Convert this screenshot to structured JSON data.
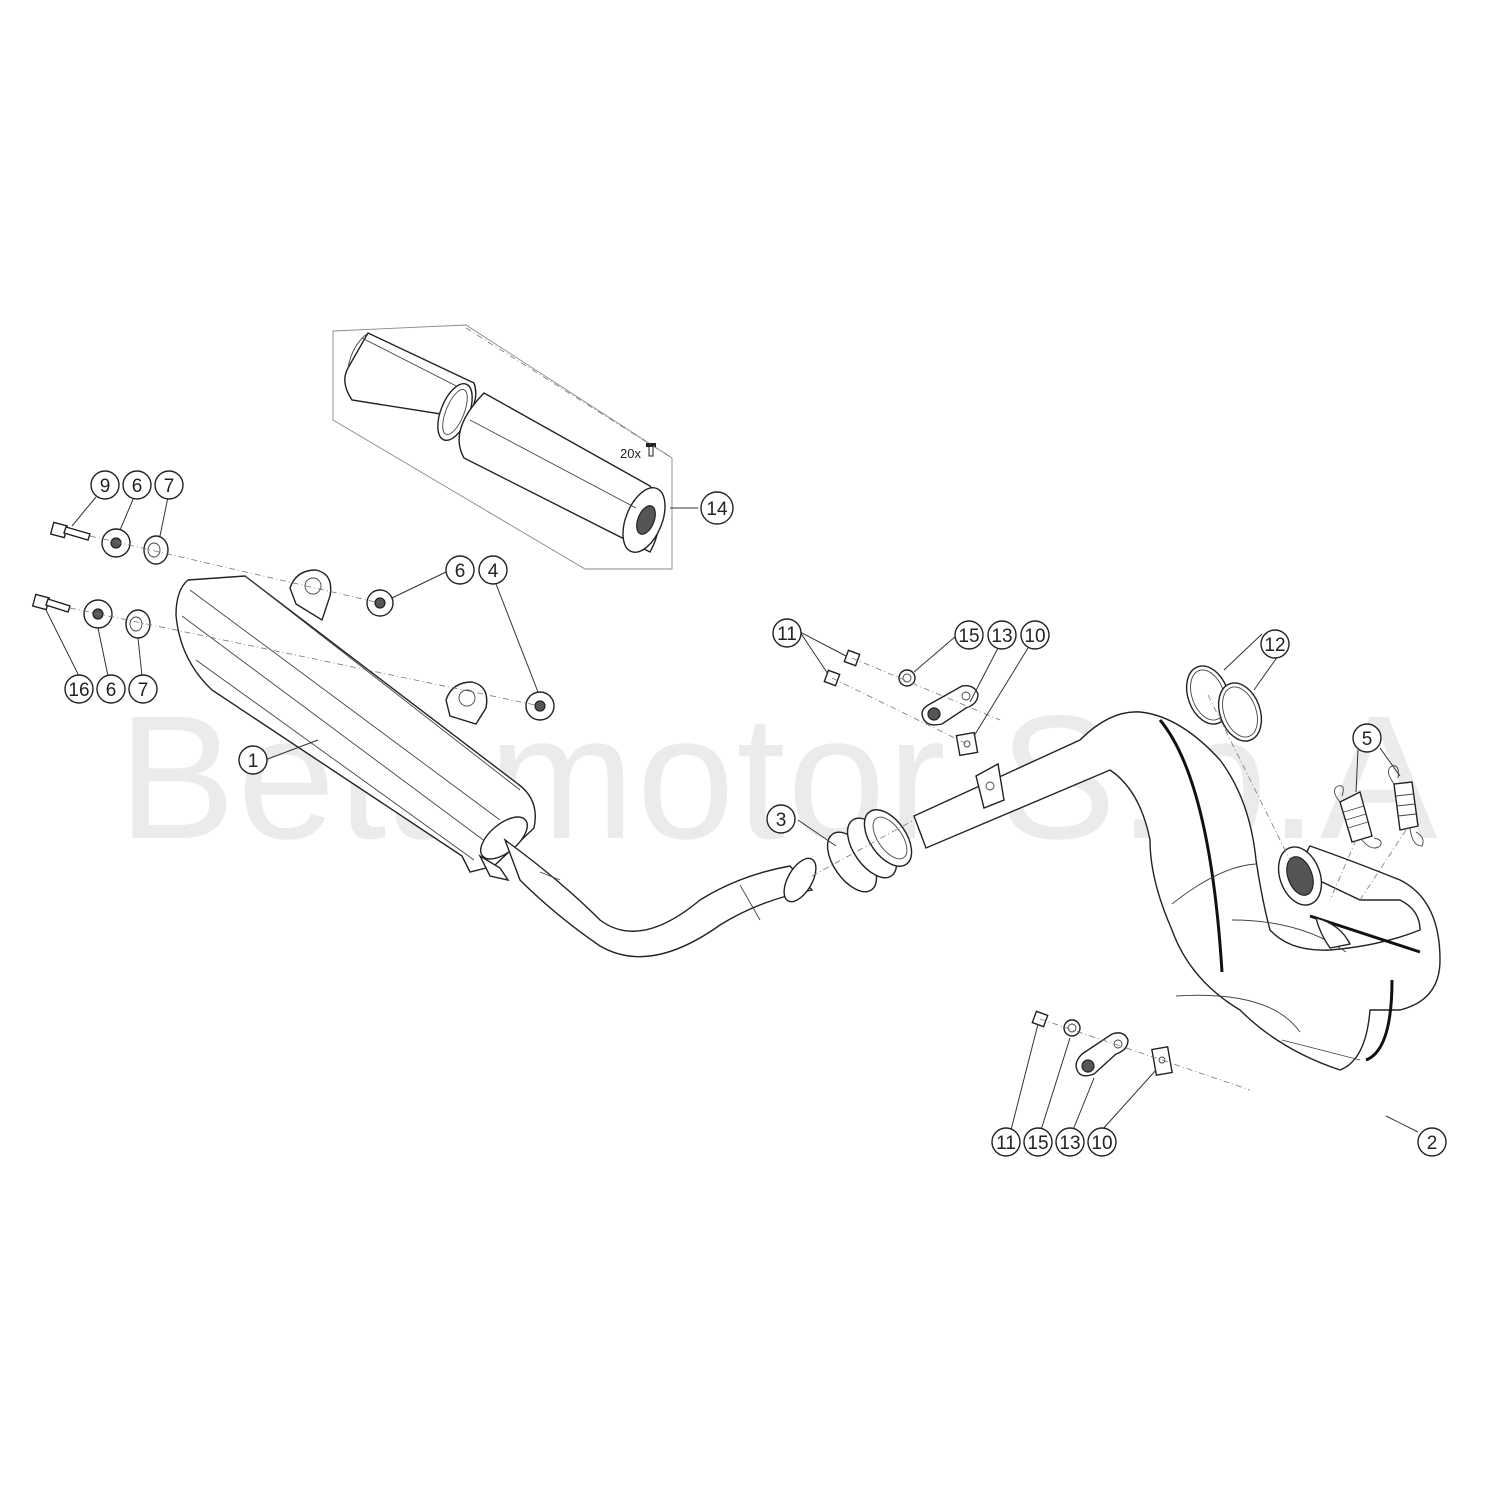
{
  "watermark": "Betamotor S.p.A",
  "kit_quantity": "20x",
  "callouts": {
    "c1": "1",
    "c2": "2",
    "c3": "3",
    "c4": "4",
    "c5": "5",
    "c6a": "6",
    "c6b": "6",
    "c6c": "6",
    "c7a": "7",
    "c7b": "7",
    "c9": "9",
    "c10a": "10",
    "c10b": "10",
    "c11a": "11",
    "c11b": "11",
    "c12": "12",
    "c13a": "13",
    "c13b": "13",
    "c14": "14",
    "c15a": "15",
    "c15b": "15",
    "c16": "16"
  }
}
